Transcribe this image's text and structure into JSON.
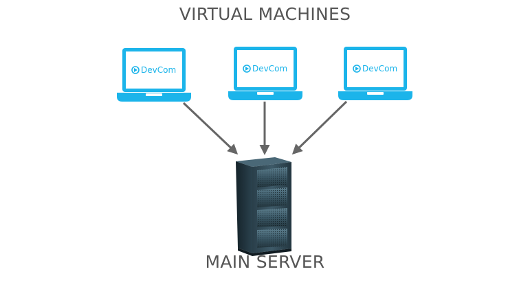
{
  "header": {
    "title": "VIRTUAL MACHINES"
  },
  "footer": {
    "title": "MAIN SERVER"
  },
  "laptops": [
    {
      "brand": "DevCom"
    },
    {
      "brand": "DevCom"
    },
    {
      "brand": "DevCom"
    }
  ],
  "colors": {
    "laptop": "#1bb4ea",
    "screen": "#ffffff",
    "arrow": "#666666",
    "title_text": "#555555",
    "server_dark": "#1b2a33",
    "server_mid": "#34505e",
    "server_light": "#5a7d8c"
  },
  "icons": {
    "laptop": "laptop-icon",
    "server": "server-rack-icon",
    "logo": "devcom-logo-icon"
  }
}
